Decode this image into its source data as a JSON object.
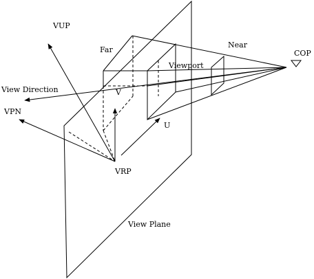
{
  "labels": {
    "vup": "VUP",
    "far": "Far",
    "near": "Near",
    "cop": "COP",
    "viewport": "Viewport",
    "view_direction": "View Direction",
    "v": "V",
    "vpn": "VPN",
    "u": "U",
    "vrp": "VRP",
    "view_plane": "View Plane"
  }
}
